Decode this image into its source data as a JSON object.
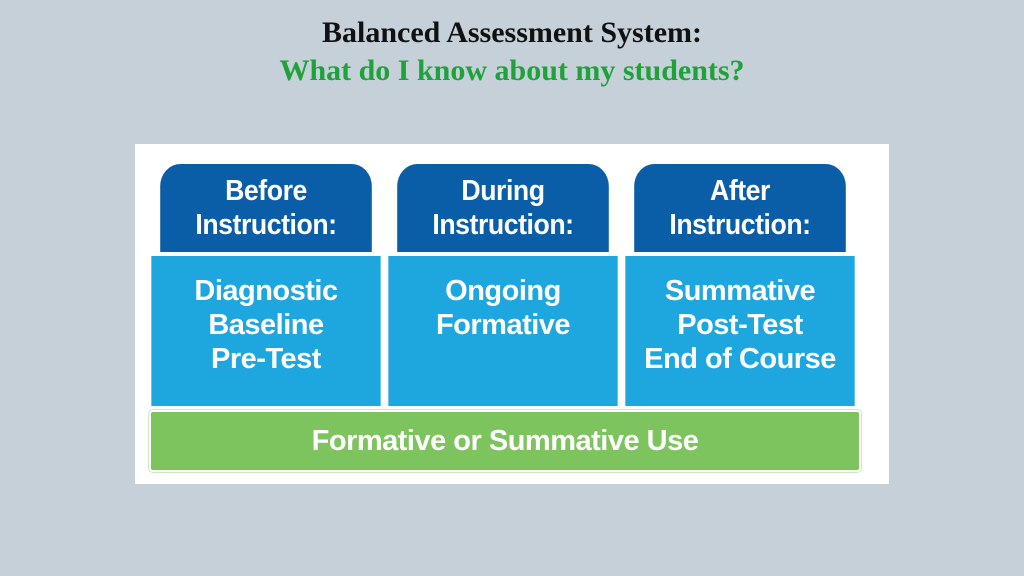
{
  "title": {
    "line1": "Balanced Assessment System:",
    "line2": "What do I know about my students?"
  },
  "columns": [
    {
      "header": [
        "Before",
        "Instruction:"
      ],
      "body": [
        "Diagnostic",
        "Baseline",
        "Pre-Test"
      ]
    },
    {
      "header": [
        "During",
        "Instruction:"
      ],
      "body": [
        "Ongoing",
        "Formative"
      ]
    },
    {
      "header": [
        "After",
        "Instruction:"
      ],
      "body": [
        "Summative",
        "Post-Test",
        "End of Course"
      ]
    }
  ],
  "bottom_bar": {
    "label": "Formative or Summative Use"
  },
  "colors": {
    "background": "#c5d0d8",
    "title_main": "#111111",
    "title_sub": "#1fa23a",
    "header_blue": "#0a5ea8",
    "body_blue": "#1ea6df",
    "bar_green": "#7ec45e"
  }
}
